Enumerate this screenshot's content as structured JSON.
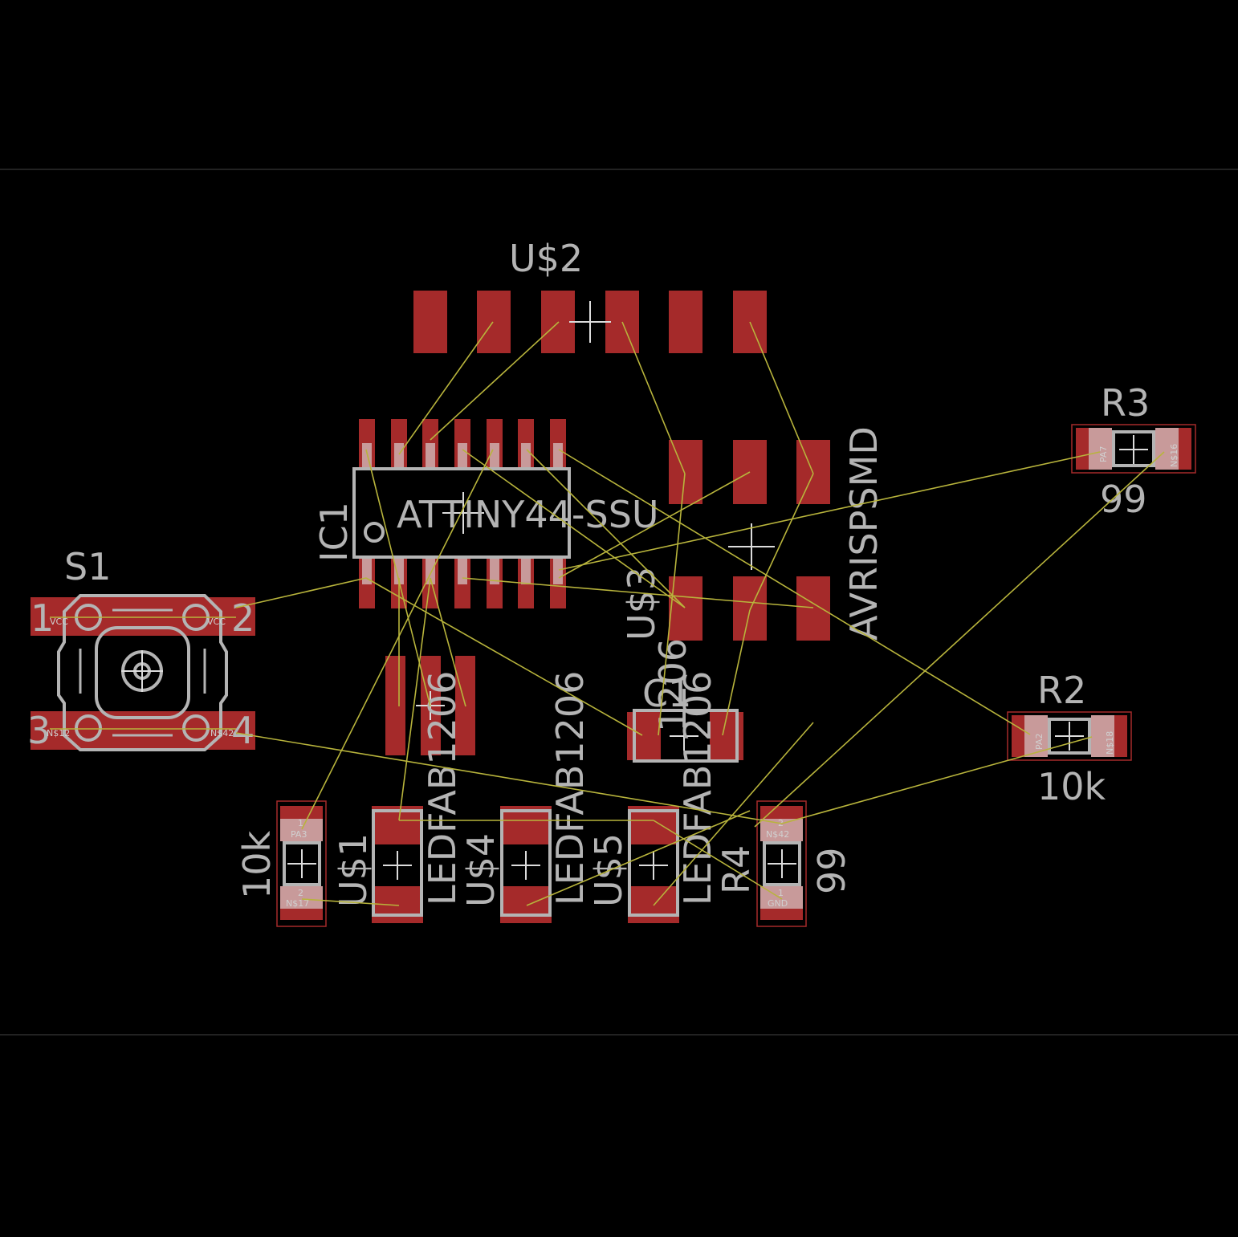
{
  "colors": {
    "background": "#000000",
    "pad": "#a52a2a",
    "silkscreen": "#b4b4b4",
    "ratsnest": "#b8b43c"
  },
  "components": {
    "u2": {
      "name": "U$2"
    },
    "ic1": {
      "name": "IC1",
      "value": "ATTINY44-SSU"
    },
    "u3": {
      "name": "U$3",
      "value": "AVRISPSMD"
    },
    "s1": {
      "name": "S1",
      "pins": [
        "1",
        "2",
        "3",
        "4"
      ],
      "nets": [
        "VCC",
        "VCC",
        "N$12",
        "N$42"
      ]
    },
    "r3": {
      "name": "R3",
      "value": "99",
      "nets": [
        "PA7",
        "N$16"
      ]
    },
    "r2": {
      "name": "R2",
      "value": "10k",
      "nets": [
        "PA2",
        "N$18"
      ]
    },
    "c1": {
      "name": "C1"
    },
    "r1": {
      "value": "10k",
      "nets": [
        "PA3",
        "N$17"
      ],
      "pins": [
        "1",
        "2"
      ]
    },
    "u1": {
      "name": "U$1",
      "value": "LEDFAB1206"
    },
    "u4": {
      "name": "U$4",
      "value": "LEDFAB1206"
    },
    "u5": {
      "name": "U$5",
      "value": "LEDFAB1206"
    },
    "r4": {
      "name": "R4",
      "value": "99",
      "nets": [
        "N$42",
        "GND"
      ],
      "pins": [
        "1",
        "2"
      ]
    },
    "c1_value": "1206"
  }
}
